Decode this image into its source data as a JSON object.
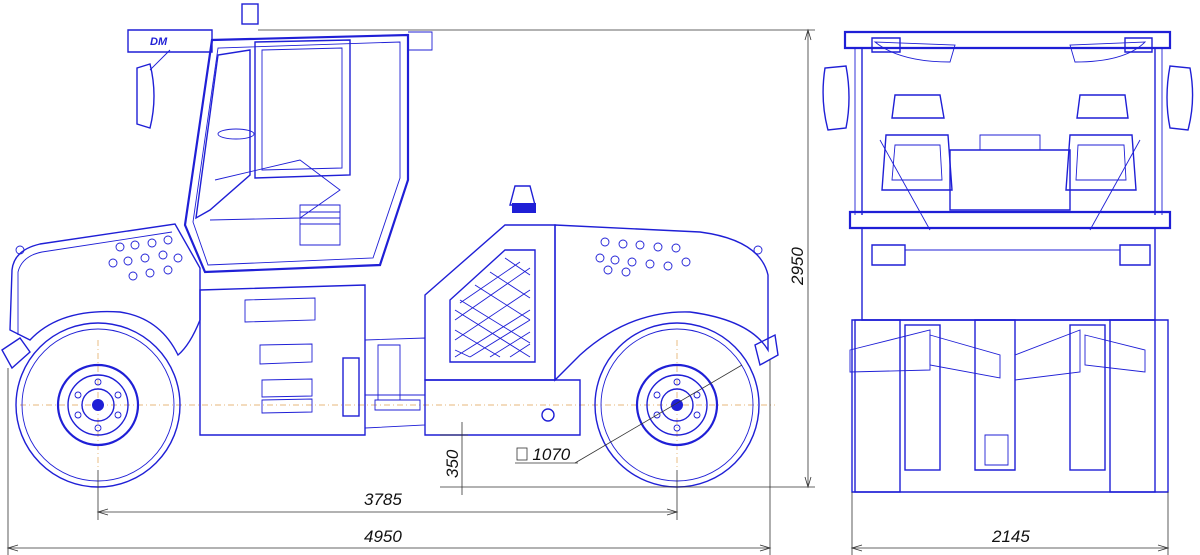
{
  "brand": {
    "logo_text": "DM"
  },
  "dimensions": {
    "overall_length": "4950",
    "wheelbase": "3785",
    "overall_height": "2950",
    "ground_clearance": "350",
    "wheel_diameter": " 1070",
    "overall_width": "2145"
  },
  "colors": {
    "line": "#1f1fd6",
    "dimension": "#333333",
    "centerline": "#e0a050"
  }
}
